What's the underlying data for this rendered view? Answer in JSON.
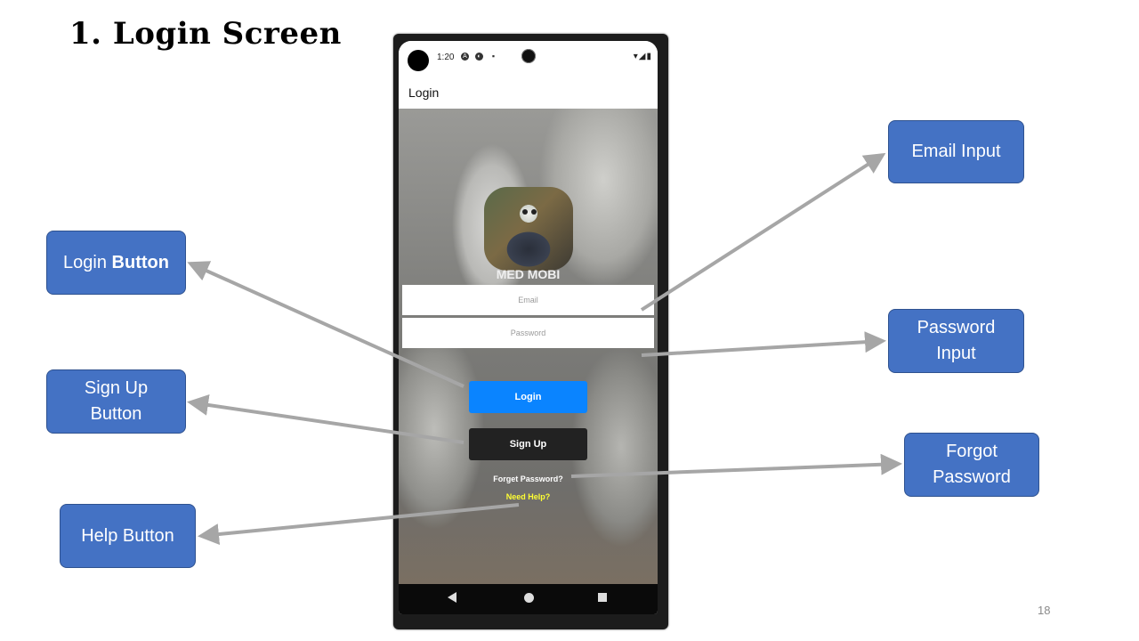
{
  "slide": {
    "title": "1. Login Screen",
    "page_number": "18"
  },
  "callouts": {
    "email_input": "Email Input",
    "login_button_prefix": "Login ",
    "login_button_bold": "Button",
    "password_input_line1": "Password",
    "password_input_line2": "Input",
    "signup_button_line1": "Sign Up",
    "signup_button_line2": "Button",
    "forgot_password_line1": "Forgot",
    "forgot_password_line2": "Password",
    "help_button": "Help Button"
  },
  "colors": {
    "callout_fill": "#4472c4",
    "arrow": "#a6a6a6",
    "login_button": "#0a84ff",
    "signup_button": "#222222",
    "help_link": "#ffff33"
  },
  "phone": {
    "status_time": "1:20",
    "status_icons_left": [
      "A",
      "◐",
      "▪"
    ],
    "status_icons_right": "▾◢▮",
    "app_title": "Login",
    "brand": "MED MOBI",
    "email_placeholder": "Email",
    "password_placeholder": "Password",
    "login_label": "Login",
    "signup_label": "Sign Up",
    "forgot_label": "Forget Password?",
    "help_label": "Need Help?",
    "nav": [
      "back-icon",
      "home-icon",
      "recents-icon"
    ]
  }
}
